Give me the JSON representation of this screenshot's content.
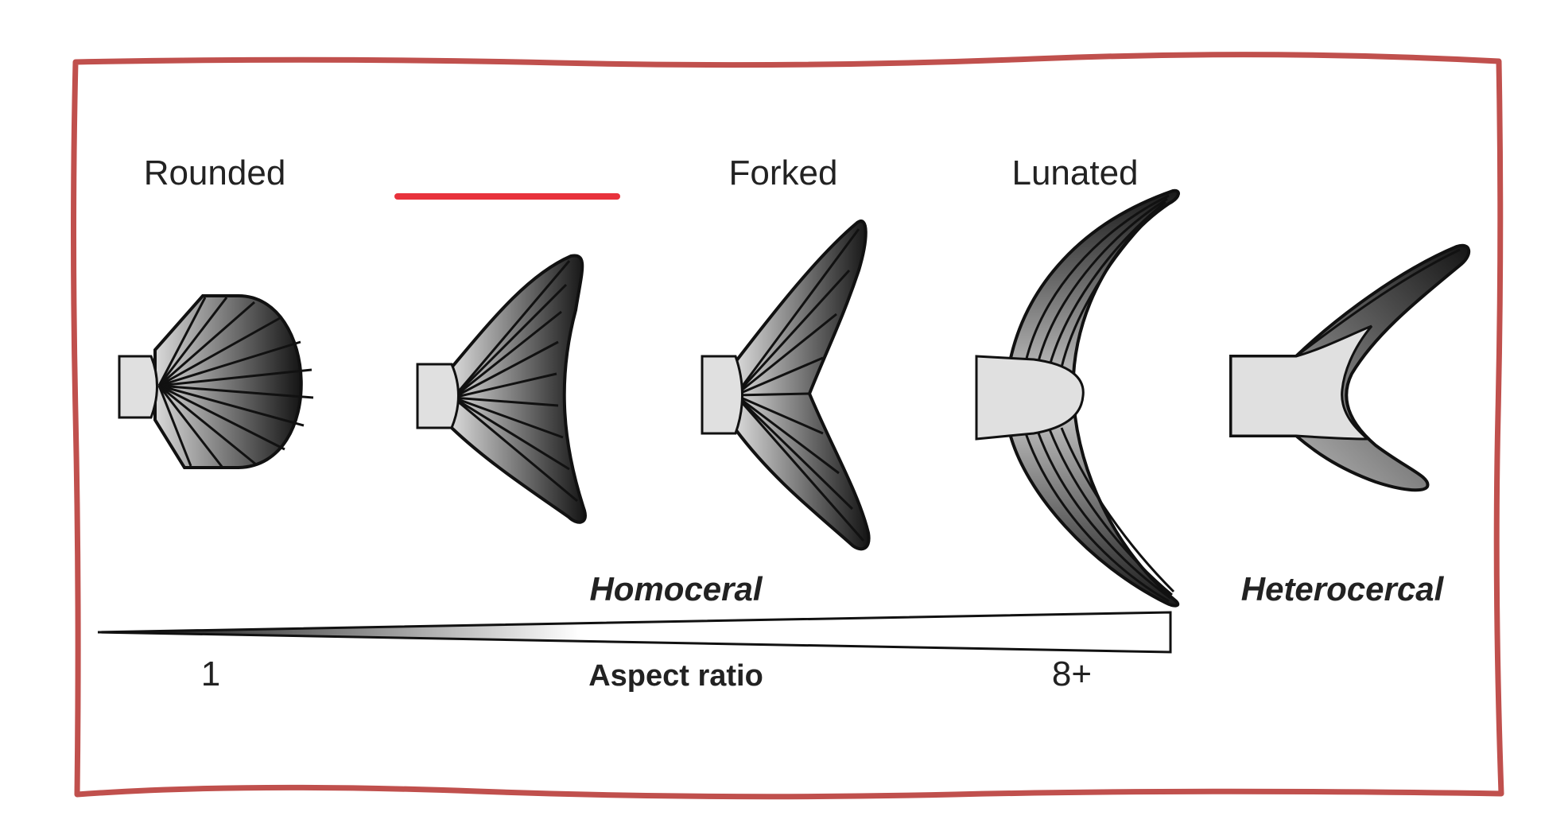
{
  "labels": {
    "rounded": "Rounded",
    "forked": "Forked",
    "lunated": "Lunated",
    "homocercal": "Homoceral",
    "heterocercal": "Heterocercal",
    "aspect_min": "1",
    "aspect_title": "Aspect ratio",
    "aspect_max": "8+"
  },
  "colors": {
    "frame_border": "#c0504d",
    "redaction_line": "#e8323c",
    "fin_dark": "#111111",
    "fin_light": "#d9d9d9",
    "peduncle_fill": "#e0e0e0"
  }
}
